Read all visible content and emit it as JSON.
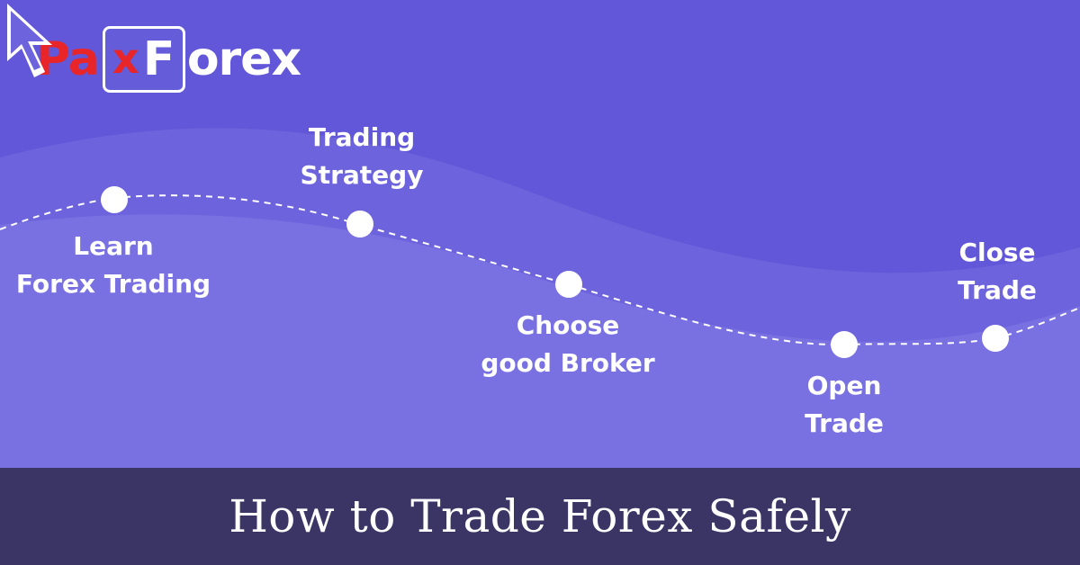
{
  "brand": {
    "logo_part1": "Pa",
    "logo_x": "x",
    "logo_f": "F",
    "logo_part2": "orex",
    "colors": {
      "red": "#e8262a",
      "white": "#ffffff"
    }
  },
  "steps": [
    {
      "line1": "Learn",
      "line2": "Forex Trading"
    },
    {
      "line1": "Trading",
      "line2": "Strategy"
    },
    {
      "line1": "Choose",
      "line2": "good Broker"
    },
    {
      "line1": "Open",
      "line2": "Trade"
    },
    {
      "line1": "Close",
      "line2": "Trade"
    }
  ],
  "footer": {
    "title": "How to Trade Forex Safely"
  },
  "colors": {
    "background_dark": "#6157d8",
    "background_light": "#7b73e2",
    "footer_bg": "#3b3566",
    "path_dots": "#ffffff"
  },
  "icons": [
    "pointer-cursor-icon"
  ]
}
